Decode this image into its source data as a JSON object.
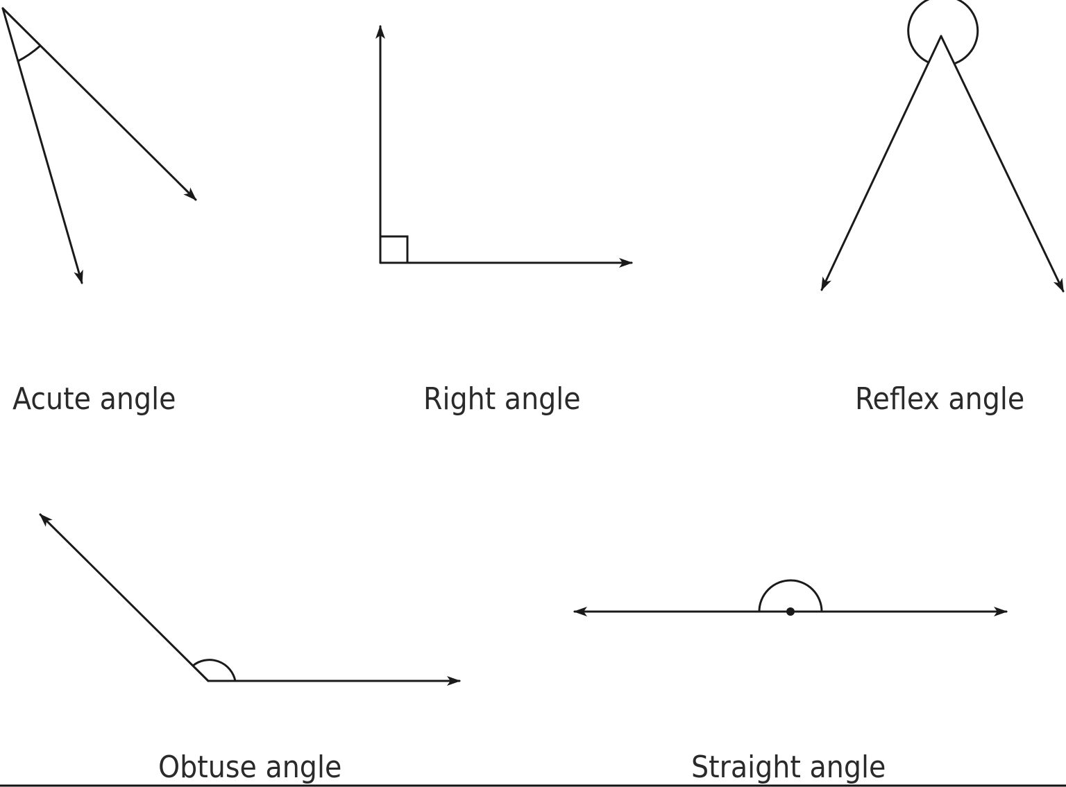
{
  "diagram": {
    "panels": [
      {
        "id": "acute",
        "label": "Acute angle",
        "marker": "arc"
      },
      {
        "id": "right",
        "label": "Right angle",
        "marker": "square"
      },
      {
        "id": "reflex",
        "label": "Reflex angle",
        "marker": "major-arc"
      },
      {
        "id": "obtuse",
        "label": "Obtuse angle",
        "marker": "arc"
      },
      {
        "id": "straight",
        "label": "Straight angle",
        "marker": "semicircle-with-vertex-dot"
      }
    ],
    "colors": {
      "line": "#1a1a1a",
      "text": "#2a2a2a",
      "background": "#ffffff"
    }
  }
}
